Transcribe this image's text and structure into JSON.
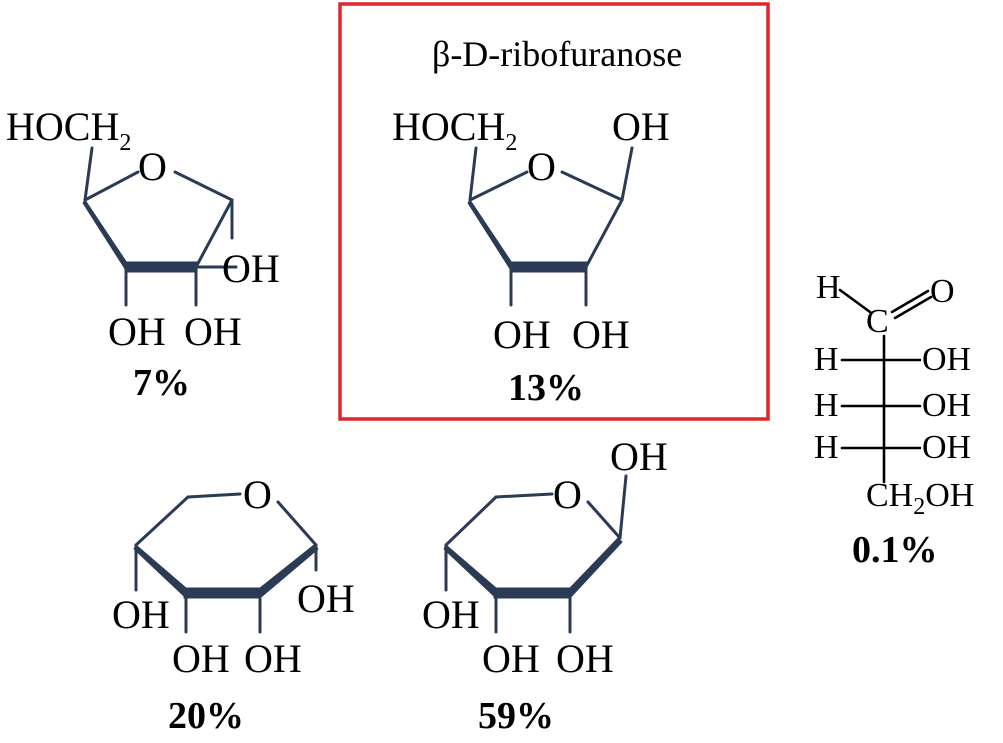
{
  "highlight": {
    "title": "β-D-ribofuranose",
    "color": "#e0262b"
  },
  "structures": [
    {
      "id": "alpha-furanose",
      "ring": "furanose",
      "labels": {
        "c5": "HOCH",
        "c5_sub": "2",
        "ring_o": "O",
        "c1": "",
        "c2": "OH",
        "c3": "OH",
        "c4": "OH"
      },
      "percent": "7%"
    },
    {
      "id": "beta-furanose",
      "ring": "furanose",
      "labels": {
        "c5": "HOCH",
        "c5_sub": "2",
        "ring_o": "O",
        "c1": "OH",
        "c2": "OH",
        "c3": "OH"
      },
      "percent": "13%"
    },
    {
      "id": "alpha-pyranose",
      "ring": "pyranose",
      "labels": {
        "ring_o": "O",
        "c1": "OH",
        "c2": "OH",
        "c3": "OH",
        "c4": "OH"
      },
      "percent": "20%"
    },
    {
      "id": "beta-pyranose",
      "ring": "pyranose",
      "labels": {
        "ring_o": "O",
        "c1": "OH",
        "c2": "OH",
        "c3": "OH",
        "c4": "OH"
      },
      "percent": "59%"
    },
    {
      "id": "open-chain",
      "ring": "open-chain",
      "labels": {
        "aldehyde_h": "H",
        "carbon": "C",
        "aldehyde_o": "O",
        "r1_h": "H",
        "r1_oh": "OH",
        "r2_h": "H",
        "r2_oh": "OH",
        "r3_h": "H",
        "r3_oh": "OH",
        "tail": "CH",
        "tail_sub": "2",
        "tail_end": "OH"
      },
      "percent": "0.1%"
    }
  ]
}
